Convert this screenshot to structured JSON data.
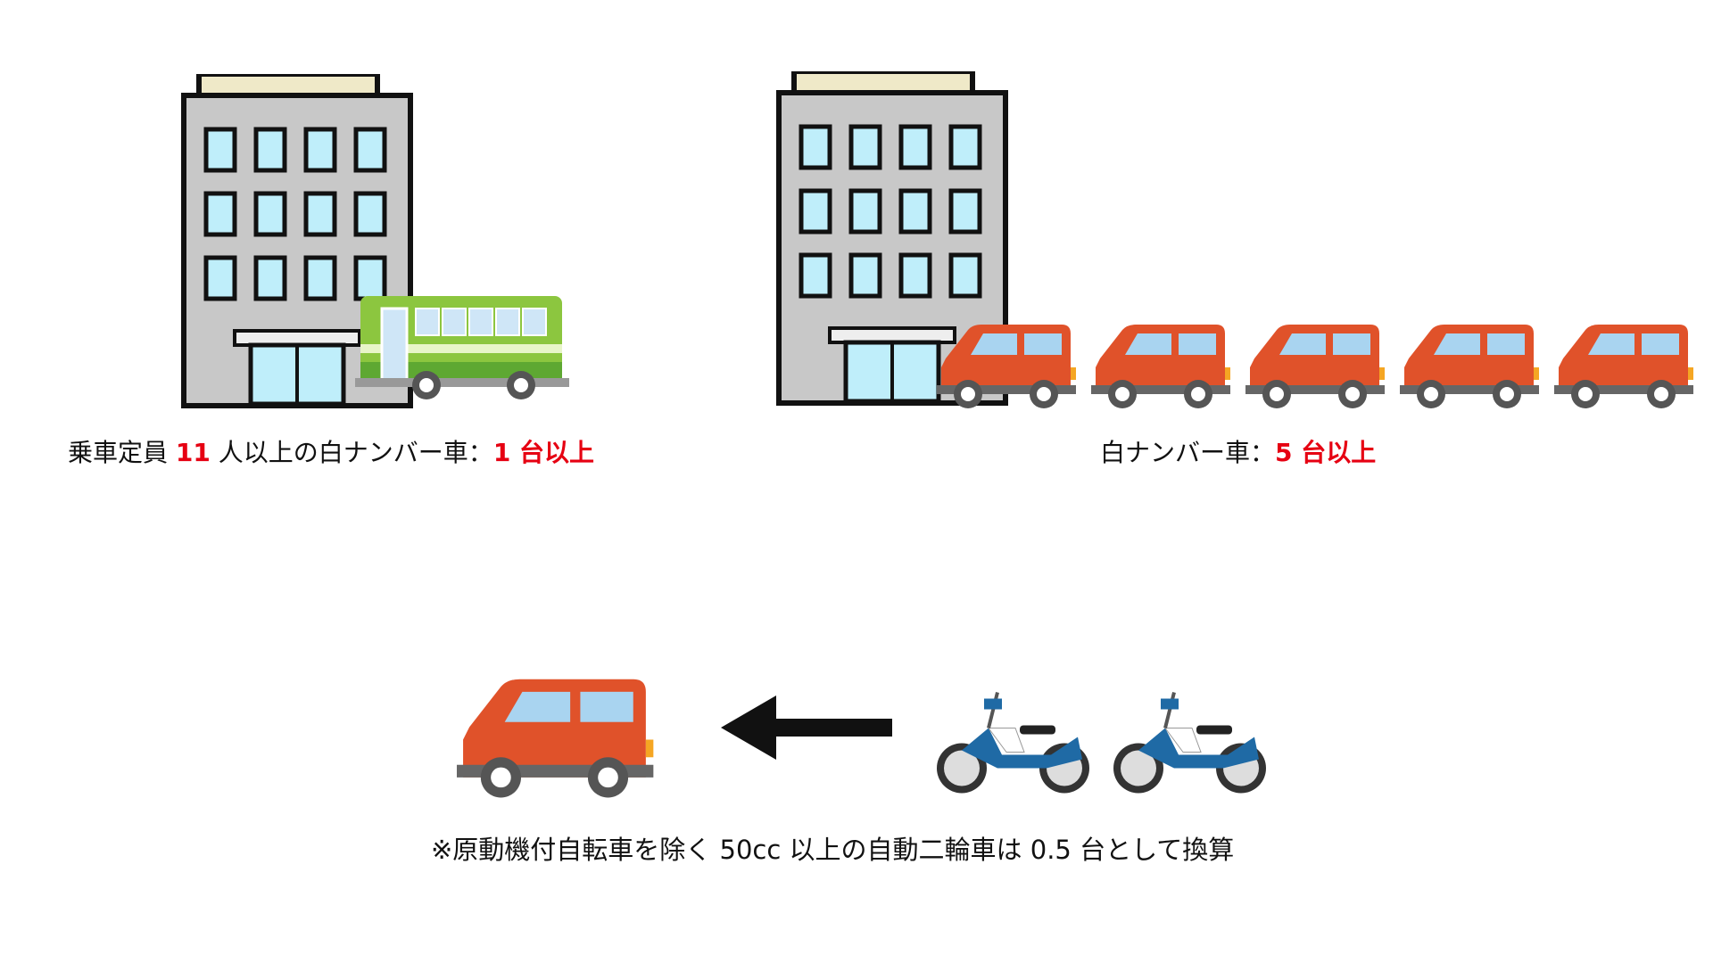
{
  "captions": {
    "bus": {
      "p1": "乗車定員",
      "n1": "11",
      "p2": "人以上の白ナンバー車：",
      "n2": "1 台以上"
    },
    "cars": {
      "p1": "白ナンバー車：",
      "n1": "5 台以上"
    },
    "note": "※原動機付自転車を除く 50cc 以上の自動二輪車は 0.5 台として換算"
  },
  "colors": {
    "accent": "#e60012",
    "car": "#e0522a",
    "bus": "#8cc63f"
  }
}
